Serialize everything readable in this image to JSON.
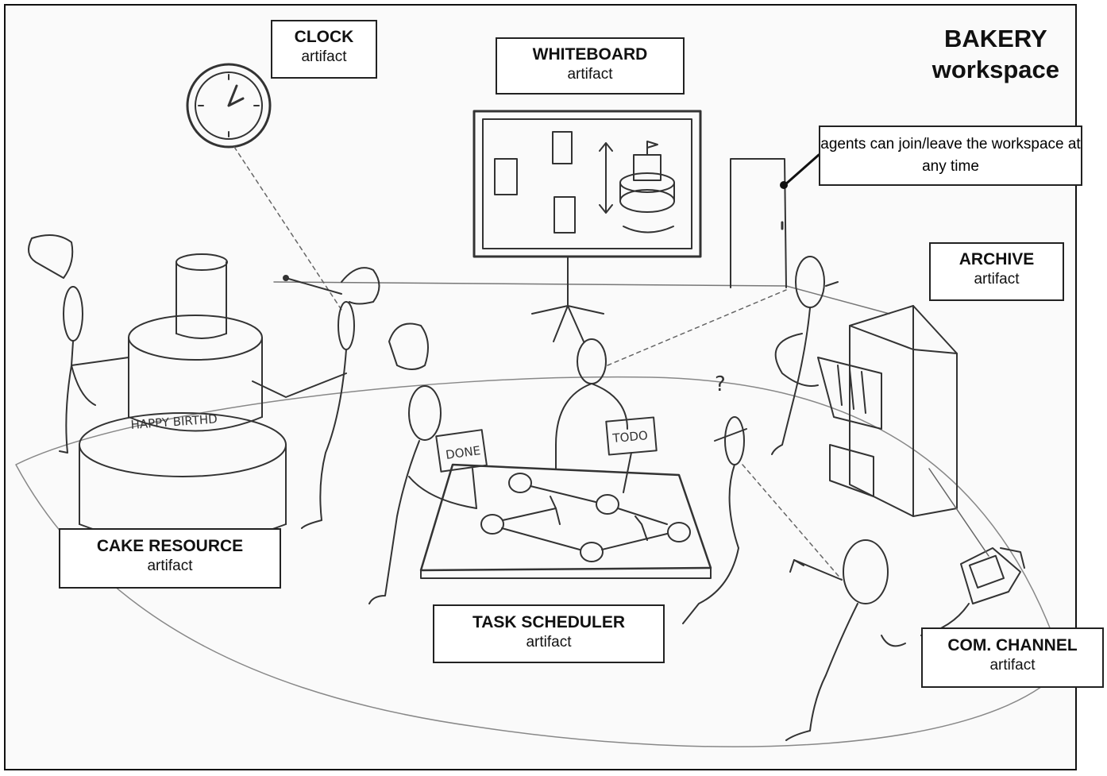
{
  "title": {
    "line1": "BAKERY",
    "line2": "workspace"
  },
  "note": "agents can join/leave the workspace at any time",
  "artifacts": {
    "clock": {
      "name": "CLOCK",
      "kind": "artifact"
    },
    "whiteboard": {
      "name": "WHITEBOARD",
      "kind": "artifact"
    },
    "archive": {
      "name": "ARCHIVE",
      "kind": "artifact"
    },
    "cake": {
      "name": "CAKE RESOURCE",
      "kind": "artifact"
    },
    "scheduler": {
      "name": "TASK SCHEDULER",
      "kind": "artifact"
    },
    "channel": {
      "name": "COM. CHANNEL",
      "kind": "artifact"
    }
  },
  "sketch_text": {
    "cake": "HAPPY BIRTHD",
    "done": "DONE",
    "todo": "TODO",
    "question": "?"
  }
}
